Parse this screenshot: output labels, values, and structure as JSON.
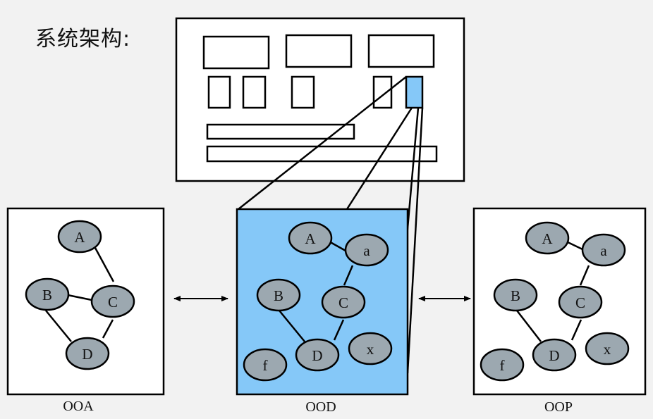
{
  "title": "系统架构:",
  "colors": {
    "background": "#f2f2f2",
    "highlight": "#85c8f8",
    "node_fill": "#9ca8b0",
    "stroke": "#000000"
  },
  "panels": {
    "ooa": {
      "caption": "OOA",
      "nodes": [
        "A",
        "B",
        "C",
        "D"
      ]
    },
    "ood": {
      "caption": "OOD",
      "nodes": [
        "A",
        "a",
        "B",
        "C",
        "D",
        "x",
        "f"
      ]
    },
    "oop": {
      "caption": "OOP",
      "nodes": [
        "A",
        "a",
        "B",
        "C",
        "D",
        "x",
        "f"
      ]
    }
  }
}
